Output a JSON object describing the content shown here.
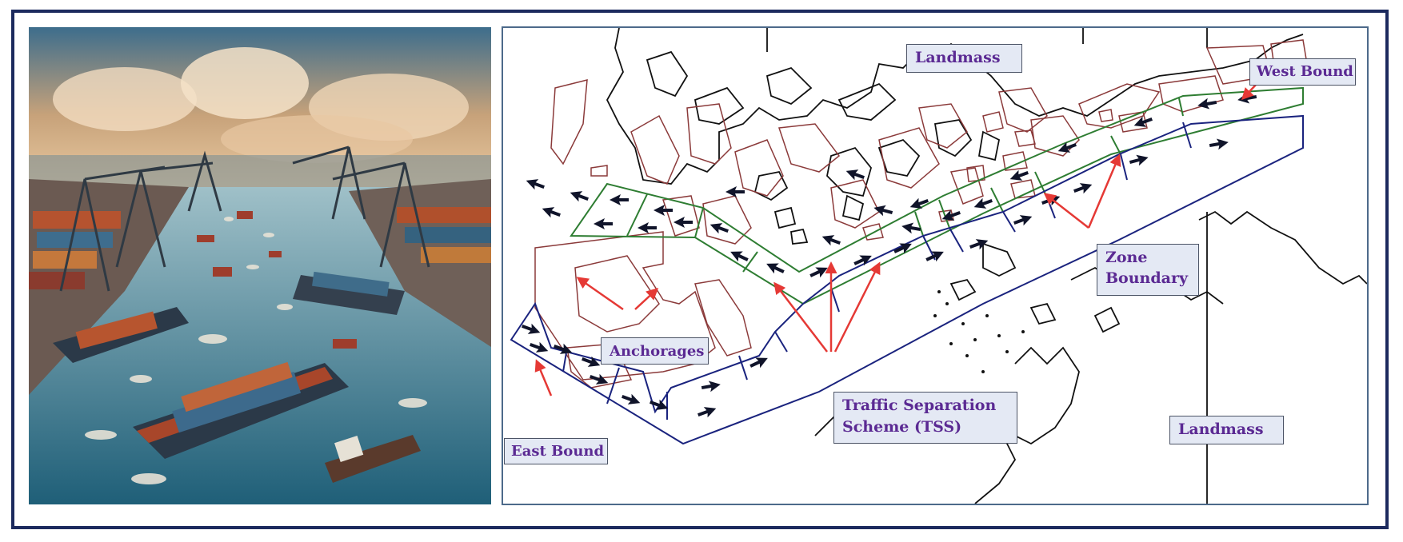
{
  "labels": {
    "landmass_north": "Landmass",
    "landmass_south": "Landmass",
    "west_bound": "West Bound",
    "east_bound": "East Bound",
    "anchorages": "Anchorages",
    "zone_boundary_1": "Zone",
    "zone_boundary_2": "Boundary",
    "tss_1": "Traffic Separation",
    "tss_2": "Scheme (TSS)"
  },
  "colors": {
    "frame": "#1c2a5e",
    "westbound_lane": "#2e7d32",
    "eastbound_lane": "#1a237e",
    "anchorage": "#8b3a3a",
    "coastline": "#111111",
    "pointer": "#e53935",
    "label_text": "#5b2a93",
    "label_bg": "#e4e9f4"
  },
  "icons": {
    "west_arrow": "arrow-left-icon",
    "east_arrow": "arrow-right-icon"
  }
}
